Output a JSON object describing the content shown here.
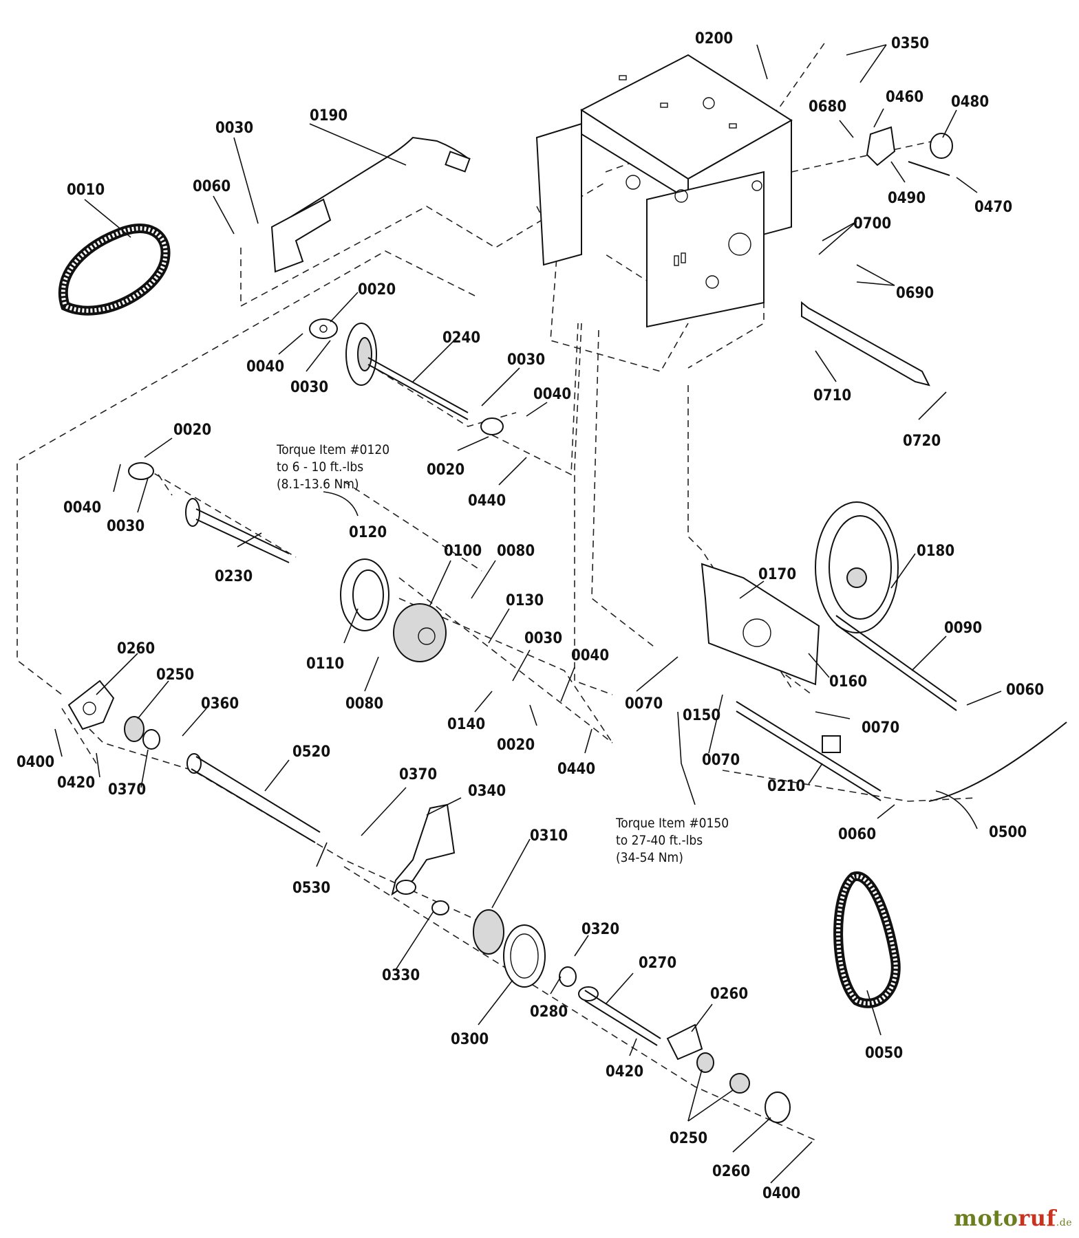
{
  "labels": {
    "p0010": "0010",
    "p0190": "0190",
    "p0030_a": "0030",
    "p0060_a": "0060",
    "p0200": "0200",
    "p0350": "0350",
    "p0680": "0680",
    "p0460": "0460",
    "p0480": "0480",
    "p0490": "0490",
    "p0470": "0470",
    "p0700": "0700",
    "p0690": "0690",
    "p0020_a": "0020",
    "p0040_a": "0040",
    "p0030_b": "0030",
    "p0240": "0240",
    "p0030_c": "0030",
    "p0040_b": "0040",
    "p0020_b": "0020",
    "p0440_a": "0440",
    "p0710": "0710",
    "p0720": "0720",
    "p0020_c": "0020",
    "p0040_c": "0040",
    "p0030_d": "0030",
    "p0120": "0120",
    "p0230": "0230",
    "p0100": "0100",
    "p0080_a": "0080",
    "p0130": "0130",
    "p0110": "0110",
    "p0080_b": "0080",
    "p0030_e": "0030",
    "p0040_d": "0040",
    "p0140": "0140",
    "p0020_d": "0020",
    "p0440_b": "0440",
    "p0170": "0170",
    "p0180": "0180",
    "p0090": "0090",
    "p0160": "0160",
    "p0060_b": "0060",
    "p0070_a": "0070",
    "p0150": "0150",
    "p0070_b": "0070",
    "p0070_c": "0070",
    "p0210": "0210",
    "p0060_c": "0060",
    "p0500": "0500",
    "p0260_a": "0260",
    "p0250_a": "0250",
    "p0360": "0360",
    "p0400_a": "0400",
    "p0420_a": "0420",
    "p0370_a": "0370",
    "p0520": "0520",
    "p0370_b": "0370",
    "p0340": "0340",
    "p0530": "0530",
    "p0310": "0310",
    "p0330": "0330",
    "p0320": "0320",
    "p0270": "0270",
    "p0300": "0300",
    "p0280": "0280",
    "p0260_b": "0260",
    "p0420_b": "0420",
    "p0250_b": "0250",
    "p0260_c": "0260",
    "p0400_b": "0400",
    "p0050": "0050"
  },
  "notes": {
    "torque_0120": [
      "Torque Item #0120",
      "to 6 - 10 ft.-lbs",
      "(8.1-13.6 Nm)"
    ],
    "torque_0150": [
      "Torque Item #0150",
      "to 27-40 ft.-lbs",
      "(34-54 Nm)"
    ]
  },
  "watermark": {
    "brand_a": "moto",
    "brand_b": "ruf",
    "tld": ".de"
  }
}
